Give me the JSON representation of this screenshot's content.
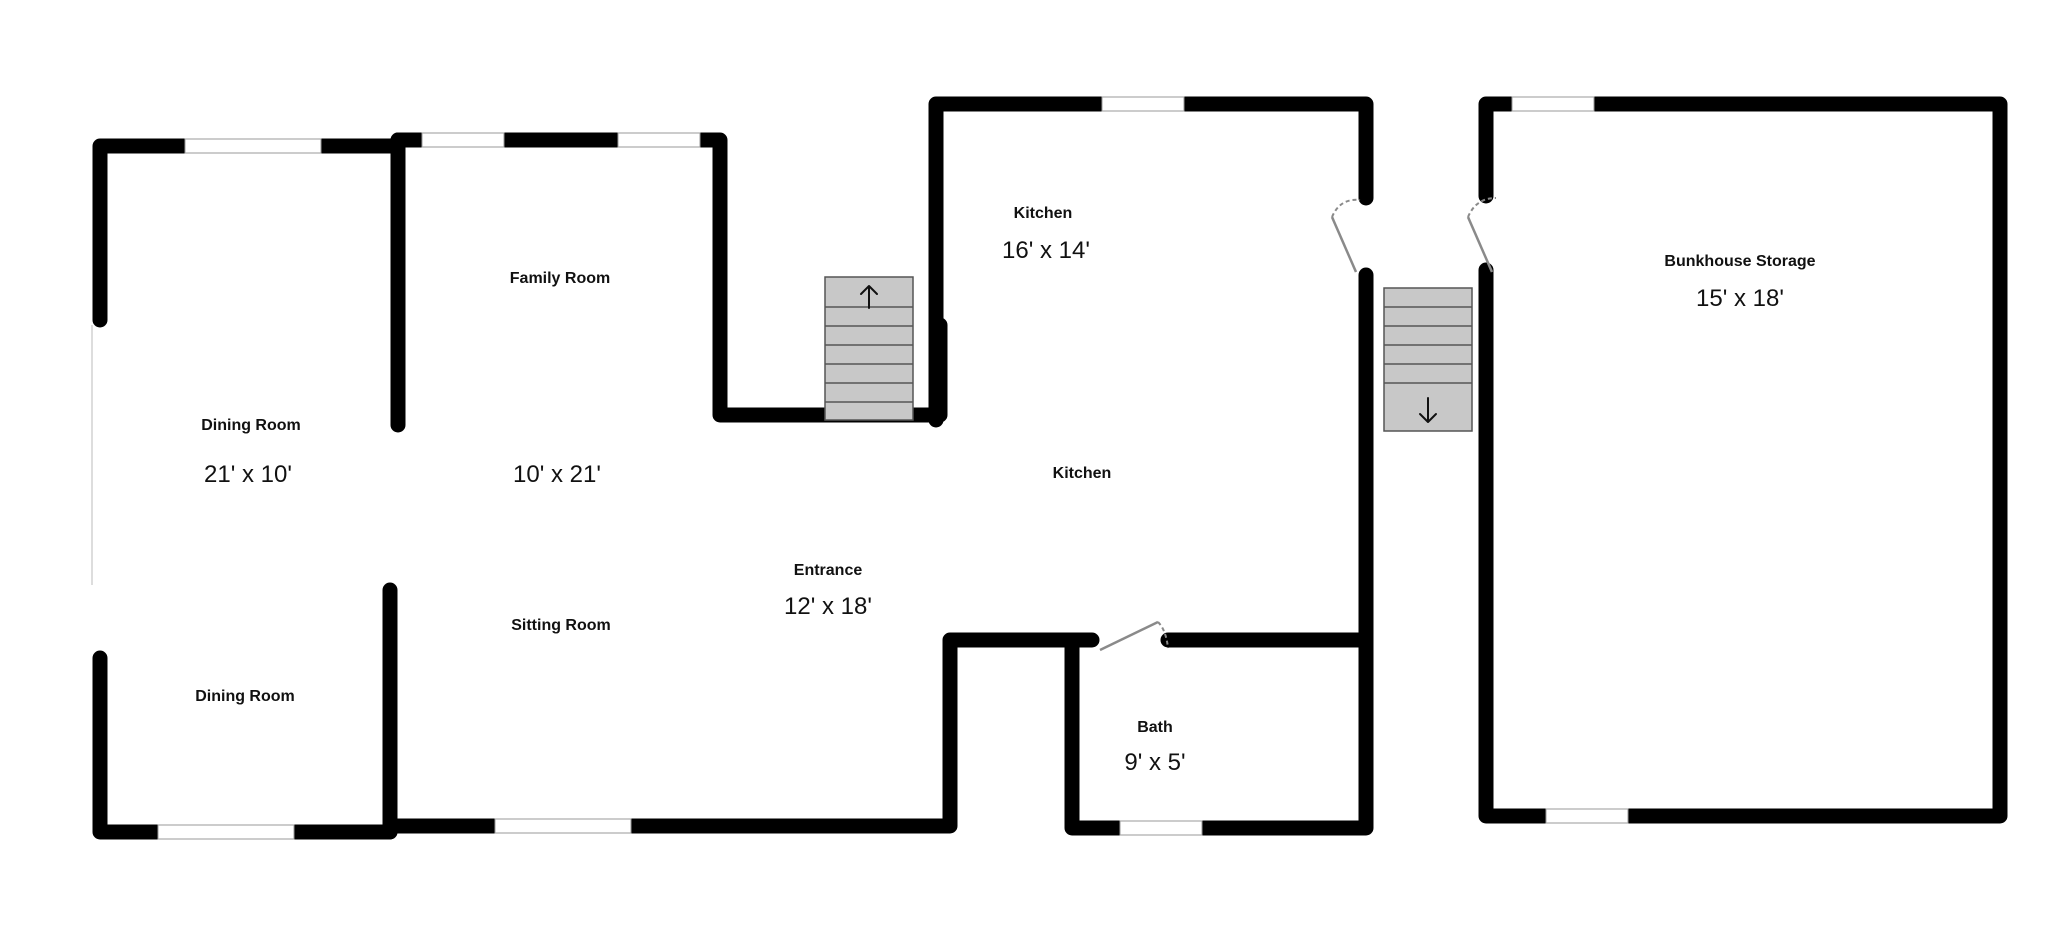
{
  "rooms": [
    {
      "id": "dining-room-north",
      "name": "Dining Room",
      "dims": "21' x 10'"
    },
    {
      "id": "family-room",
      "name": "Family Room",
      "dims": "10' x 21'"
    },
    {
      "id": "kitchen-north",
      "name": "Kitchen",
      "dims": "16' x 14'"
    },
    {
      "id": "bunkhouse-storage",
      "name": "Bunkhouse Storage",
      "dims": "15' x 18'"
    },
    {
      "id": "kitchen-south",
      "name": "Kitchen",
      "dims": ""
    },
    {
      "id": "entrance",
      "name": "Entrance",
      "dims": "12' x 18'"
    },
    {
      "id": "sitting-room",
      "name": "Sitting Room",
      "dims": ""
    },
    {
      "id": "dining-room-south",
      "name": "Dining Room",
      "dims": ""
    },
    {
      "id": "bath",
      "name": "Bath",
      "dims": "9' x 5'"
    }
  ],
  "stairs": [
    {
      "id": "stairs-up",
      "direction": "up"
    },
    {
      "id": "stairs-down",
      "direction": "down"
    }
  ],
  "colors": {
    "wall": "#000000",
    "stairs": "#c8c8c8",
    "background": "#ffffff"
  }
}
